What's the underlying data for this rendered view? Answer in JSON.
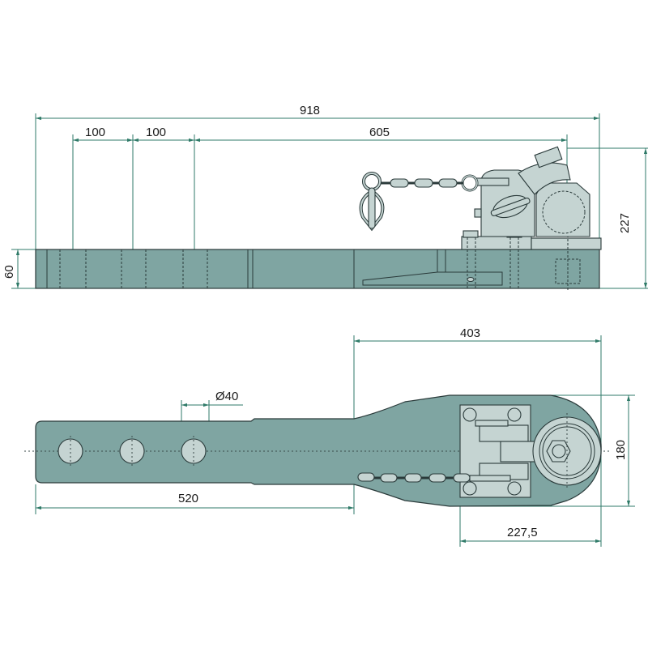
{
  "title": "Top link hitch drawbar technical drawing",
  "colors": {
    "body": "#7fa5a2",
    "parts": "#c5d4d2",
    "dimension": "#2f7a68"
  },
  "side_view": {
    "dims": {
      "overall_length": "918",
      "hole_pitch_1": "100",
      "hole_pitch_2": "100",
      "to_pin": "605",
      "height": "227",
      "bar_height": "60"
    }
  },
  "top_view": {
    "dims": {
      "head_length": "403",
      "hole_diameter": "Ø40",
      "shank_length": "520",
      "head_width": "180",
      "plate_to_end": "227,5"
    }
  }
}
